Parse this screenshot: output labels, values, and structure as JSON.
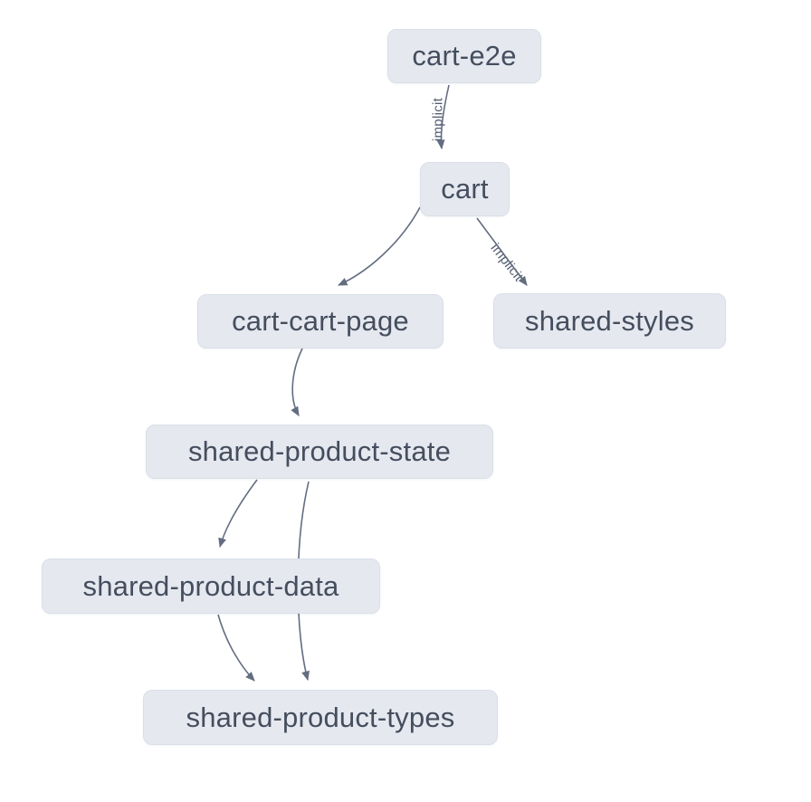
{
  "theme": {
    "background": "#ffffff",
    "node_fill": "#e5e8ef",
    "node_border": "#dadfe8",
    "node_text": "#454e5e",
    "edge_color": "#636d80",
    "edge_label_color": "#555f72"
  },
  "graph": {
    "nodes": [
      {
        "id": "cart-e2e",
        "label": "cart-e2e"
      },
      {
        "id": "cart",
        "label": "cart"
      },
      {
        "id": "cart-cart-page",
        "label": "cart-cart-page"
      },
      {
        "id": "shared-styles",
        "label": "shared-styles"
      },
      {
        "id": "shared-product-state",
        "label": "shared-product-state"
      },
      {
        "id": "shared-product-data",
        "label": "shared-product-data"
      },
      {
        "id": "shared-product-types",
        "label": "shared-product-types"
      }
    ],
    "edges": [
      {
        "source": "cart-e2e",
        "target": "cart",
        "label": "implicit"
      },
      {
        "source": "cart",
        "target": "cart-cart-page",
        "label": ""
      },
      {
        "source": "cart",
        "target": "shared-styles",
        "label": "implicit"
      },
      {
        "source": "cart-cart-page",
        "target": "shared-product-state",
        "label": ""
      },
      {
        "source": "shared-product-state",
        "target": "shared-product-data",
        "label": ""
      },
      {
        "source": "shared-product-state",
        "target": "shared-product-types",
        "label": ""
      },
      {
        "source": "shared-product-data",
        "target": "shared-product-types",
        "label": ""
      }
    ]
  }
}
